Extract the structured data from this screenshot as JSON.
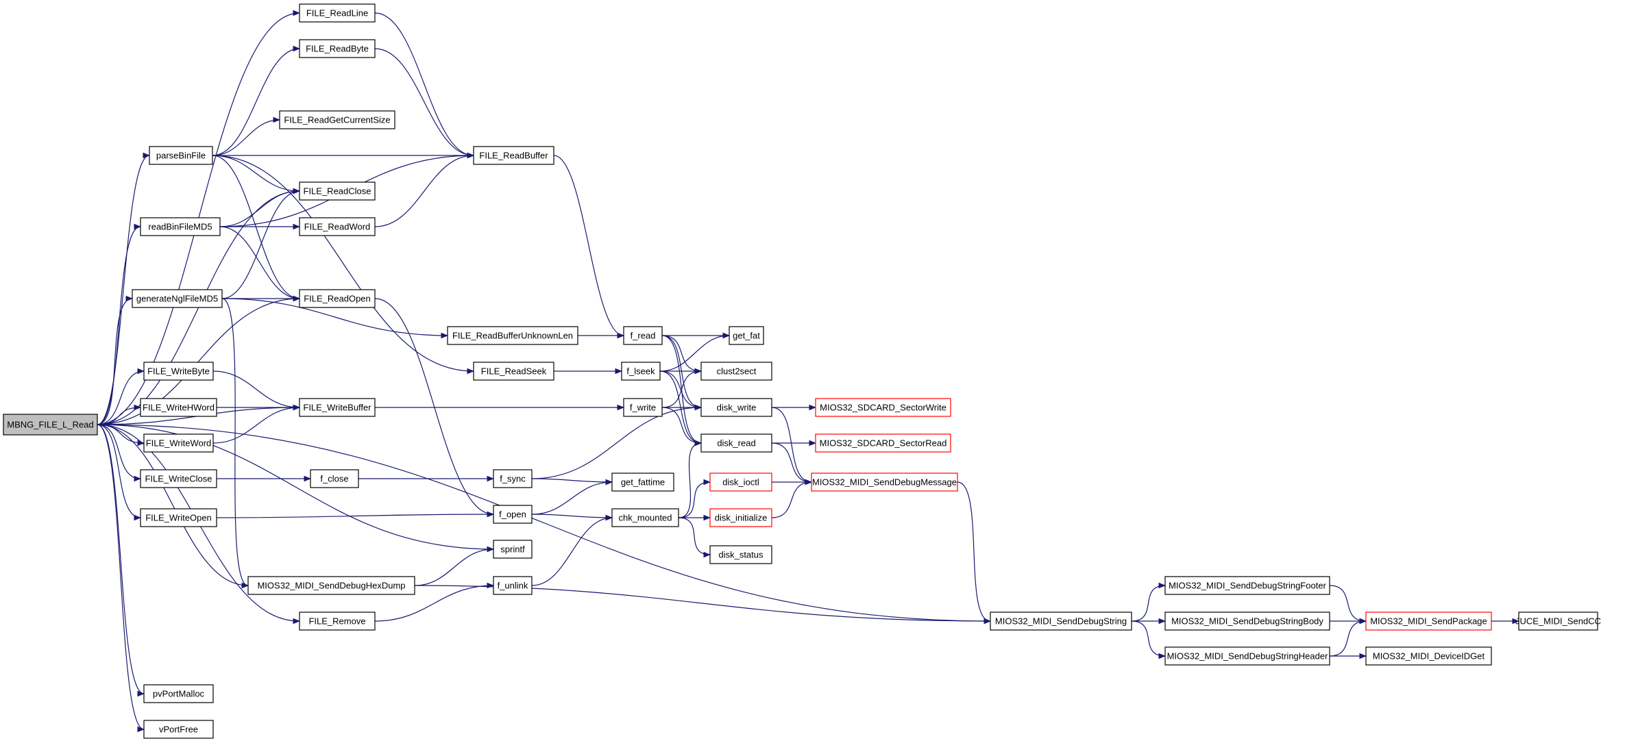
{
  "colors": {
    "edge": "#191970",
    "node_border": "#000000",
    "node_border_truncated": "#ff0000",
    "root_fill": "#bfbfbf",
    "node_fill": "#ffffff"
  },
  "nodes": [
    {
      "id": "root",
      "label": "MBNG_FILE_L_Read"
    },
    {
      "id": "readline",
      "label": "FILE_ReadLine"
    },
    {
      "id": "readbyte",
      "label": "FILE_ReadByte"
    },
    {
      "id": "readcursize",
      "label": "FILE_ReadGetCurrentSize"
    },
    {
      "id": "parsebin",
      "label": "parseBinFile"
    },
    {
      "id": "readbuffer",
      "label": "FILE_ReadBuffer"
    },
    {
      "id": "readclose",
      "label": "FILE_ReadClose"
    },
    {
      "id": "readbinmd5",
      "label": "readBinFileMD5"
    },
    {
      "id": "readword",
      "label": "FILE_ReadWord"
    },
    {
      "id": "genngl",
      "label": "generateNglFileMD5"
    },
    {
      "id": "readopen",
      "label": "FILE_ReadOpen"
    },
    {
      "id": "readbufunk",
      "label": "FILE_ReadBufferUnknownLen"
    },
    {
      "id": "fread",
      "label": "f_read"
    },
    {
      "id": "getfat",
      "label": "get_fat"
    },
    {
      "id": "readseek",
      "label": "FILE_ReadSeek"
    },
    {
      "id": "flseek",
      "label": "f_lseek"
    },
    {
      "id": "clust2sect",
      "label": "clust2sect"
    },
    {
      "id": "writebyte",
      "label": "FILE_WriteByte"
    },
    {
      "id": "writehword",
      "label": "FILE_WriteHWord"
    },
    {
      "id": "writebuffer",
      "label": "FILE_WriteBuffer"
    },
    {
      "id": "fwrite",
      "label": "f_write"
    },
    {
      "id": "diskwrite",
      "label": "disk_write"
    },
    {
      "id": "sdwrite",
      "label": "MIOS32_SDCARD_SectorWrite"
    },
    {
      "id": "writeword",
      "label": "FILE_WriteWord"
    },
    {
      "id": "diskread",
      "label": "disk_read"
    },
    {
      "id": "sdread",
      "label": "MIOS32_SDCARD_SectorRead"
    },
    {
      "id": "writeclose",
      "label": "FILE_WriteClose"
    },
    {
      "id": "fclose",
      "label": "f_close"
    },
    {
      "id": "fsync",
      "label": "f_sync"
    },
    {
      "id": "getfattime",
      "label": "get_fattime"
    },
    {
      "id": "diskioctl",
      "label": "disk_ioctl"
    },
    {
      "id": "senddbgmsg",
      "label": "MIOS32_MIDI_SendDebugMessage"
    },
    {
      "id": "writeopen",
      "label": "FILE_WriteOpen"
    },
    {
      "id": "fopen",
      "label": "f_open"
    },
    {
      "id": "chkmounted",
      "label": "chk_mounted"
    },
    {
      "id": "diskinit",
      "label": "disk_initialize"
    },
    {
      "id": "diskstatus",
      "label": "disk_status"
    },
    {
      "id": "sprintf",
      "label": "sprintf"
    },
    {
      "id": "funlink",
      "label": "f_unlink"
    },
    {
      "id": "hexdump",
      "label": "MIOS32_MIDI_SendDebugHexDump"
    },
    {
      "id": "remove",
      "label": "FILE_Remove"
    },
    {
      "id": "sendstring",
      "label": "MIOS32_MIDI_SendDebugString"
    },
    {
      "id": "strfooter",
      "label": "MIOS32_MIDI_SendDebugStringFooter"
    },
    {
      "id": "strbody",
      "label": "MIOS32_MIDI_SendDebugStringBody"
    },
    {
      "id": "strheader",
      "label": "MIOS32_MIDI_SendDebugStringHeader"
    },
    {
      "id": "sendpackage",
      "label": "MIOS32_MIDI_SendPackage"
    },
    {
      "id": "juce",
      "label": "JUCE_MIDI_SendCC"
    },
    {
      "id": "deviceid",
      "label": "MIOS32_MIDI_DeviceIDGet"
    },
    {
      "id": "malloc",
      "label": "pvPortMalloc"
    },
    {
      "id": "vfree",
      "label": "vPortFree"
    }
  ]
}
